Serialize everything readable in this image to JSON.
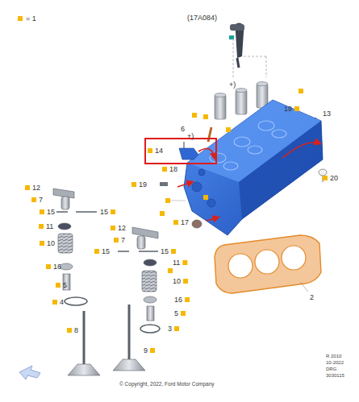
{
  "diagram": {
    "labels": [
      "(17A084)",
      "+)",
      "19",
      "13",
      "6",
      "+)",
      "14",
      "18",
      "20",
      "19",
      "12",
      "7",
      "15",
      "15",
      "11",
      "10",
      "12",
      "7",
      "15",
      "15",
      "17",
      "11",
      "16",
      "10",
      "5",
      "16",
      "4",
      "5",
      "8",
      "3",
      "9",
      "2",
      "R 2010",
      "10-2022",
      "DRG",
      "3030115",
      "© Copyright, 2022, Ford Motor Company"
    ],
    "legend": [
      {
        "text": "= 1",
        "color": "#f5b800"
      }
    ]
  }
}
